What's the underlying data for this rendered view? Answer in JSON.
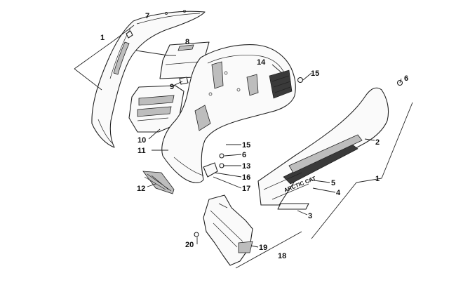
{
  "diagram": {
    "logo_text": "ARCTIC CAT",
    "callouts": [
      {
        "id": "c1a",
        "label": "1"
      },
      {
        "id": "c7",
        "label": "7"
      },
      {
        "id": "c8",
        "label": "8"
      },
      {
        "id": "c9",
        "label": "9"
      },
      {
        "id": "c10",
        "label": "10"
      },
      {
        "id": "c11",
        "label": "11"
      },
      {
        "id": "c12",
        "label": "12"
      },
      {
        "id": "c14",
        "label": "14"
      },
      {
        "id": "c15a",
        "label": "15"
      },
      {
        "id": "c6a",
        "label": "6"
      },
      {
        "id": "c2",
        "label": "2"
      },
      {
        "id": "c1b",
        "label": "1"
      },
      {
        "id": "c15b",
        "label": "15"
      },
      {
        "id": "c6b",
        "label": "6"
      },
      {
        "id": "c13",
        "label": "13"
      },
      {
        "id": "c16",
        "label": "16"
      },
      {
        "id": "c17",
        "label": "17"
      },
      {
        "id": "c5",
        "label": "5"
      },
      {
        "id": "c4",
        "label": "4"
      },
      {
        "id": "c3",
        "label": "3"
      },
      {
        "id": "c20",
        "label": "20"
      },
      {
        "id": "c19",
        "label": "19"
      },
      {
        "id": "c18",
        "label": "18"
      }
    ]
  }
}
